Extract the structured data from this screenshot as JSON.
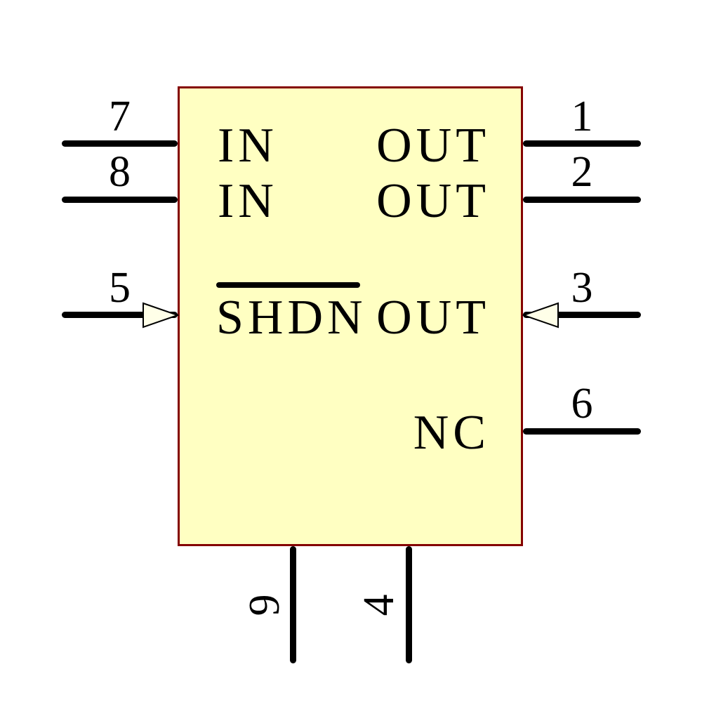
{
  "diagram": {
    "kind": "schematic-symbol",
    "description": "IC schematic symbol with 9 pins: inputs IN (7,8), outputs OUT (1,2,3), active-low SHDN (5), NC (6), and bottom pins 9 and 4",
    "colors": {
      "background": "#FFFFFF",
      "body_fill": "#FFFFC2",
      "body_outline": "#840000",
      "pin_line": "#000000",
      "text": "#000000",
      "arrow_fill": "#FFFFE8"
    },
    "pins": {
      "left": [
        {
          "number": "7",
          "label": "IN",
          "arrow": false,
          "overline": false
        },
        {
          "number": "8",
          "label": "IN",
          "arrow": false,
          "overline": false
        },
        {
          "number": "5",
          "label": "SHDN",
          "arrow": true,
          "overline": true
        }
      ],
      "right": [
        {
          "number": "1",
          "label": "OUT",
          "arrow": false
        },
        {
          "number": "2",
          "label": "OUT",
          "arrow": false
        },
        {
          "number": "3",
          "label": "OUT",
          "arrow": true
        },
        {
          "number": "6",
          "label": "NC",
          "arrow": false
        }
      ],
      "bottom": [
        {
          "number": "9",
          "label": ""
        },
        {
          "number": "4",
          "label": ""
        }
      ]
    }
  }
}
